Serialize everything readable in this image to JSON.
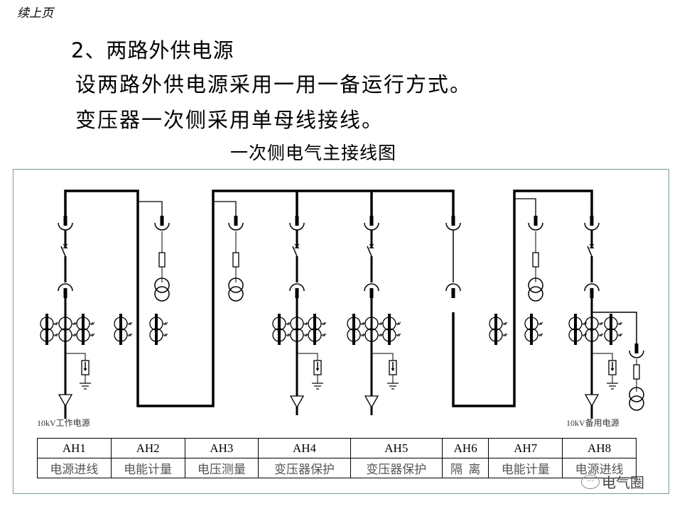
{
  "header": {
    "continued": "续上页",
    "section_title": "2、两路外供电源",
    "line1": "设两路外供电源采用一用一备运行方式。",
    "line2": "变压器一次侧采用单母线接线。",
    "figure_title": "一次侧电气主接线图"
  },
  "diagram": {
    "source_left_label": "10kV工作电源",
    "source_right_label": "10kV备用电源",
    "colors": {
      "line": "#000000",
      "frame": "#7a9a94"
    }
  },
  "panels": {
    "ids": [
      "AH1",
      "AH2",
      "AH3",
      "AH4",
      "AH5",
      "AH6",
      "AH7",
      "AH8"
    ],
    "functions": [
      "电源进线",
      "电能计量",
      "电压测量",
      "变压器保护",
      "变压器保护",
      "隔  离",
      "电能计量",
      "电源进线"
    ]
  },
  "watermark": {
    "icon": "chat-bubble-icon",
    "text": "电气圈"
  }
}
